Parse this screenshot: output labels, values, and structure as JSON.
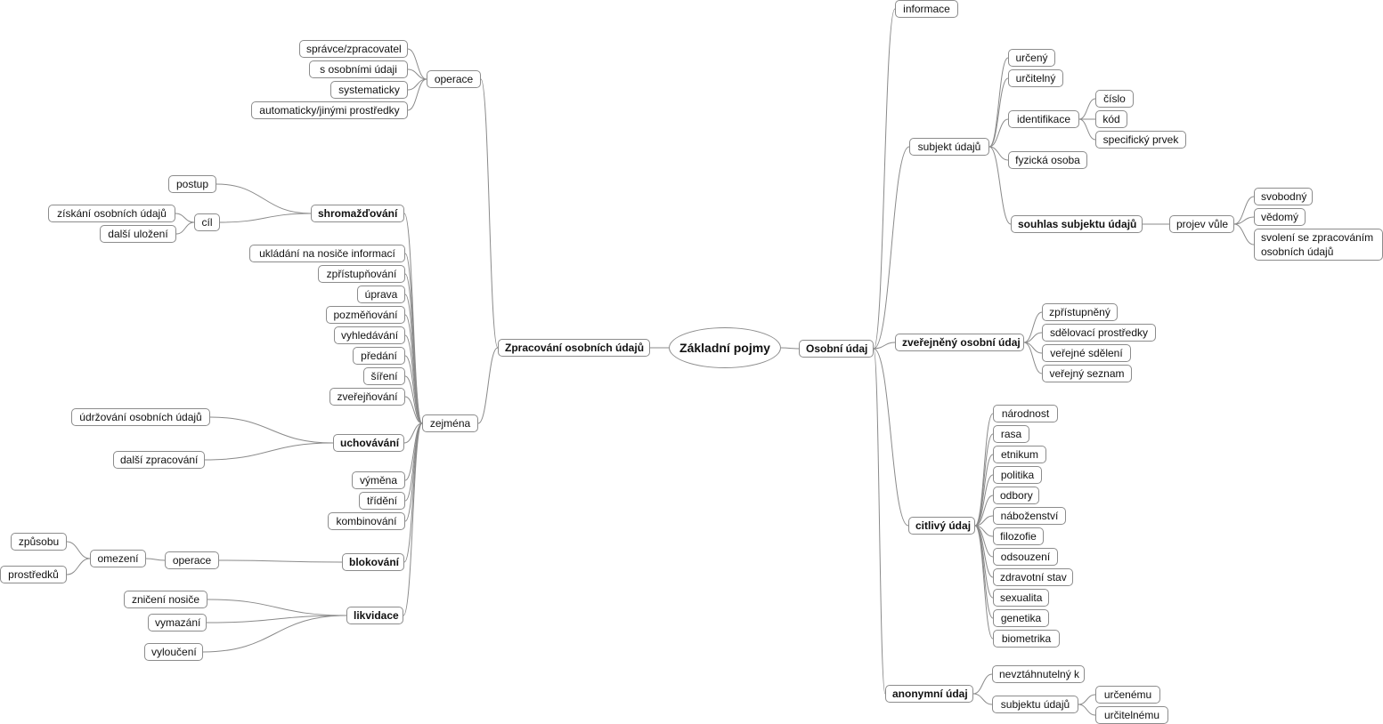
{
  "mindmap": {
    "root": "Základní pojmy",
    "nodes": [
      {
        "id": "zpr",
        "label": "Zpracování osobních údajů",
        "parent": "root",
        "bold": true
      },
      {
        "id": "zpr-op",
        "label": "operace",
        "parent": "zpr"
      },
      {
        "id": "op1",
        "label": "správce/zpracovatel",
        "parent": "zpr-op"
      },
      {
        "id": "op2",
        "label": "s osobními údaji",
        "parent": "zpr-op"
      },
      {
        "id": "op3",
        "label": "systematicky",
        "parent": "zpr-op"
      },
      {
        "id": "op4",
        "label": "automaticky/jinými prostředky",
        "parent": "zpr-op"
      },
      {
        "id": "zej",
        "label": "zejména",
        "parent": "zpr"
      },
      {
        "id": "shr",
        "label": "shromažďování",
        "parent": "zej",
        "bold": true
      },
      {
        "id": "postup",
        "label": "postup",
        "parent": "shr"
      },
      {
        "id": "cil",
        "label": "cíl",
        "parent": "shr"
      },
      {
        "id": "cil1",
        "label": "získání osobních údajů",
        "parent": "cil"
      },
      {
        "id": "cil2",
        "label": "další uložení",
        "parent": "cil"
      },
      {
        "id": "z1",
        "label": "ukládání na nosiče informací",
        "parent": "zej"
      },
      {
        "id": "z2",
        "label": "zpřístupňování",
        "parent": "zej"
      },
      {
        "id": "z3",
        "label": "úprava",
        "parent": "zej"
      },
      {
        "id": "z4",
        "label": "pozměňování",
        "parent": "zej"
      },
      {
        "id": "z5",
        "label": "vyhledávání",
        "parent": "zej"
      },
      {
        "id": "z6",
        "label": "předání",
        "parent": "zej"
      },
      {
        "id": "z7",
        "label": "šíření",
        "parent": "zej"
      },
      {
        "id": "z8",
        "label": "zveřejňování",
        "parent": "zej"
      },
      {
        "id": "uch",
        "label": "uchovávání",
        "parent": "zej",
        "bold": true
      },
      {
        "id": "uch1",
        "label": "údržování osobních údajů",
        "parent": "uch"
      },
      {
        "id": "uch2",
        "label": "další zpracování",
        "parent": "uch"
      },
      {
        "id": "z9",
        "label": "výměna",
        "parent": "zej"
      },
      {
        "id": "z10",
        "label": "třídění",
        "parent": "zej"
      },
      {
        "id": "z11",
        "label": "kombinování",
        "parent": "zej"
      },
      {
        "id": "blk",
        "label": "blokování",
        "parent": "zej",
        "bold": true
      },
      {
        "id": "blk-op",
        "label": "operace",
        "parent": "blk"
      },
      {
        "id": "omez",
        "label": "omezení",
        "parent": "blk-op"
      },
      {
        "id": "zpus",
        "label": "způsobu",
        "parent": "omez"
      },
      {
        "id": "prost",
        "label": "prostředků",
        "parent": "omez"
      },
      {
        "id": "lik",
        "label": "likvidace",
        "parent": "zej",
        "bold": true
      },
      {
        "id": "lik1",
        "label": "zničení nosiče",
        "parent": "lik"
      },
      {
        "id": "lik2",
        "label": "vymazání",
        "parent": "lik"
      },
      {
        "id": "lik3",
        "label": "vyloučení",
        "parent": "lik"
      },
      {
        "id": "ou",
        "label": "Osobní údaj",
        "parent": "root",
        "bold": true
      },
      {
        "id": "inf",
        "label": "informace",
        "parent": "ou"
      },
      {
        "id": "sub",
        "label": "subjekt údajů",
        "parent": "ou"
      },
      {
        "id": "urc",
        "label": "určený",
        "parent": "sub"
      },
      {
        "id": "urct",
        "label": "určitelný",
        "parent": "sub"
      },
      {
        "id": "ident",
        "label": "identifikace",
        "parent": "sub"
      },
      {
        "id": "cislo",
        "label": "číslo",
        "parent": "ident"
      },
      {
        "id": "kod",
        "label": "kód",
        "parent": "ident"
      },
      {
        "id": "spec",
        "label": "specifický prvek",
        "parent": "ident"
      },
      {
        "id": "fyz",
        "label": "fyzická osoba",
        "parent": "sub"
      },
      {
        "id": "souh",
        "label": "souhlas subjektu údajů",
        "parent": "sub",
        "bold": true
      },
      {
        "id": "proj",
        "label": "projev vůle",
        "parent": "souh"
      },
      {
        "id": "svob",
        "label": "svobodný",
        "parent": "proj"
      },
      {
        "id": "ved",
        "label": "vědomý",
        "parent": "proj"
      },
      {
        "id": "svol",
        "label": "svolení se zpracováním osobních údajů",
        "parent": "proj"
      },
      {
        "id": "zver",
        "label": "zveřejněný osobní údaj",
        "parent": "ou",
        "bold": true
      },
      {
        "id": "zv1",
        "label": "zpřístupněný",
        "parent": "zver"
      },
      {
        "id": "zv2",
        "label": "sdělovací prostředky",
        "parent": "zver"
      },
      {
        "id": "zv3",
        "label": "veřejné sdělení",
        "parent": "zver"
      },
      {
        "id": "zv4",
        "label": "veřejný seznam",
        "parent": "zver"
      },
      {
        "id": "cit",
        "label": "citlivý údaj",
        "parent": "ou",
        "bold": true
      },
      {
        "id": "c1",
        "label": "národnost",
        "parent": "cit"
      },
      {
        "id": "c2",
        "label": "rasa",
        "parent": "cit"
      },
      {
        "id": "c3",
        "label": "etnikum",
        "parent": "cit"
      },
      {
        "id": "c4",
        "label": "politika",
        "parent": "cit"
      },
      {
        "id": "c5",
        "label": "odbory",
        "parent": "cit"
      },
      {
        "id": "c6",
        "label": "náboženství",
        "parent": "cit"
      },
      {
        "id": "c7",
        "label": "filozofie",
        "parent": "cit"
      },
      {
        "id": "c8",
        "label": "odsouzení",
        "parent": "cit"
      },
      {
        "id": "c9",
        "label": "zdravotní stav",
        "parent": "cit"
      },
      {
        "id": "c10",
        "label": "sexualita",
        "parent": "cit"
      },
      {
        "id": "c11",
        "label": "genetika",
        "parent": "cit"
      },
      {
        "id": "c12",
        "label": "biometrika",
        "parent": "cit"
      },
      {
        "id": "anon",
        "label": "anonymní údaj",
        "parent": "ou",
        "bold": true
      },
      {
        "id": "an1",
        "label": "nevztáhnutelný k",
        "parent": "anon"
      },
      {
        "id": "an2",
        "label": "subjektu údajů",
        "parent": "anon"
      },
      {
        "id": "an21",
        "label": "určenému",
        "parent": "an2"
      },
      {
        "id": "an22",
        "label": "určitelnému",
        "parent": "an2"
      }
    ]
  }
}
